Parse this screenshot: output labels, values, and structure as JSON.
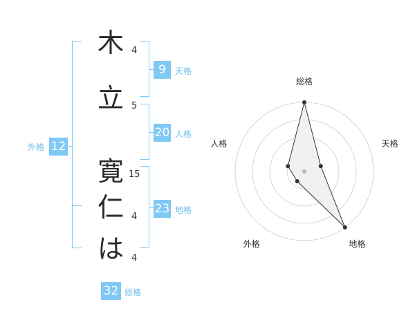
{
  "name_chars": [
    {
      "char": "木",
      "strokes": "4"
    },
    {
      "char": "立",
      "strokes": "5"
    },
    {
      "char": "寛",
      "strokes": "15"
    },
    {
      "char": "仁",
      "strokes": "4"
    },
    {
      "char": "は",
      "strokes": "4"
    }
  ],
  "kakusu": {
    "tenkaku": {
      "value": "9",
      "label": "天格"
    },
    "jinkaku": {
      "value": "20",
      "label": "人格"
    },
    "chikaku": {
      "value": "23",
      "label": "地格"
    },
    "gaikaku": {
      "value": "12",
      "label": "外格"
    },
    "soukaku": {
      "value": "32",
      "label": "総格"
    }
  },
  "chart_data": {
    "type": "radar",
    "axes": [
      "総格",
      "天格",
      "地格",
      "外格",
      "人格"
    ],
    "values": [
      4,
      1,
      4,
      0.7,
      1
    ],
    "rmax": 4,
    "rings": 4,
    "colors": {
      "ring": "#cccccc",
      "fill": "#eeeeee",
      "line": "#333333",
      "point": "#333333",
      "center": "#bbbbbb"
    }
  }
}
